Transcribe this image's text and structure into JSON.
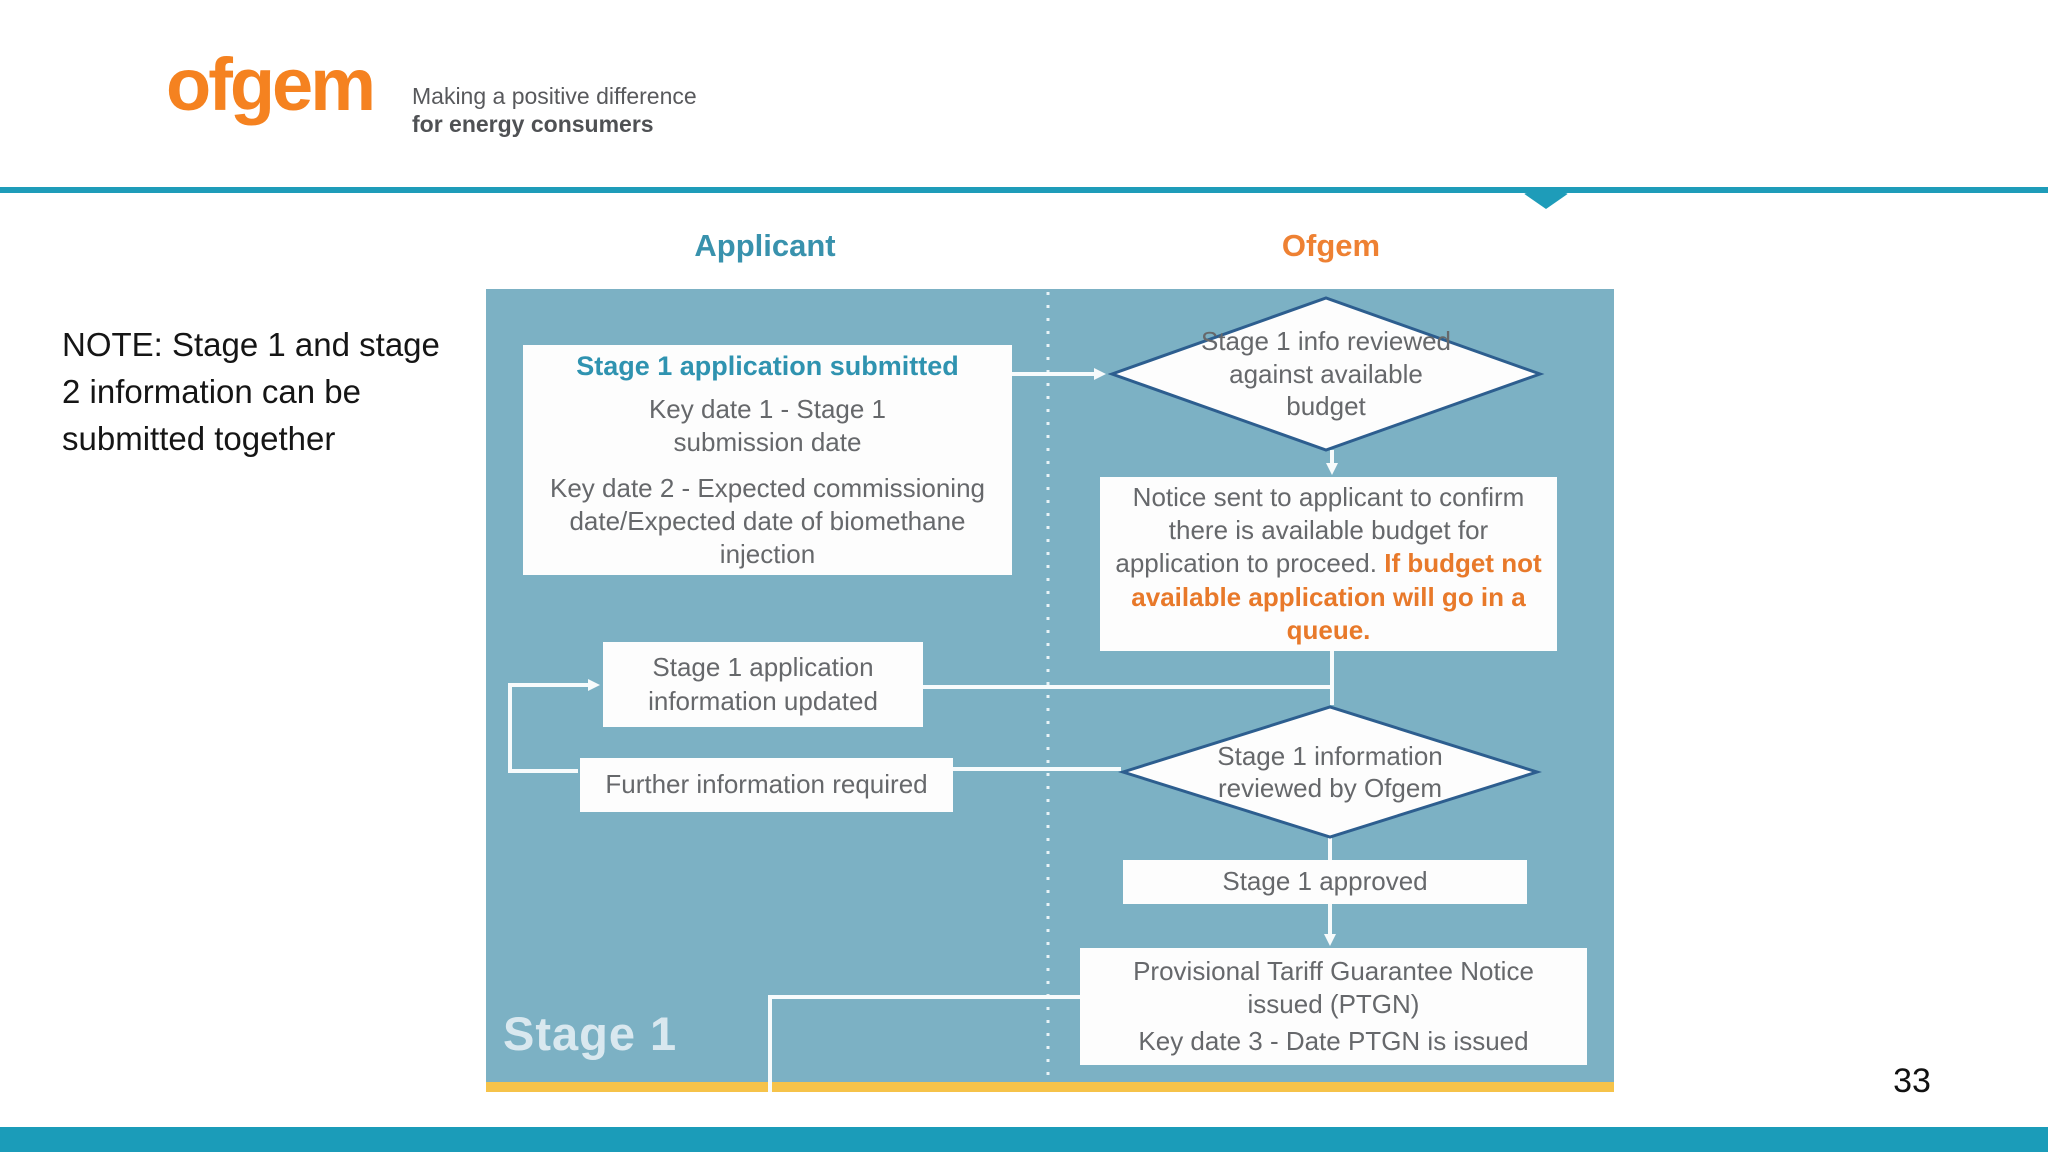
{
  "page": {
    "number": "33"
  },
  "logo": {
    "wordmark": "ofgem",
    "tagline_line1": "Making a positive difference",
    "tagline_line2": "for energy consumers"
  },
  "note": "NOTE: Stage 1 and stage 2 information can be submitted together",
  "flowchart": {
    "columns": {
      "applicant": "Applicant",
      "ofgem": "Ofgem"
    },
    "stage_label": "Stage 1",
    "boxes": {
      "submitted": {
        "title": "Stage 1 application submitted",
        "key_date_1": "Key date 1 - Stage 1 submission date",
        "key_date_2": "Key date 2 - Expected commissioning date/Expected date of biomethane injection"
      },
      "budget_review": "Stage 1 info reviewed against available budget",
      "notice": {
        "gray_part": "Notice sent to applicant to confirm there is available budget for application to proceed.",
        "orange_part": "If budget not available application will go in a queue."
      },
      "info_updated": "Stage 1 application information updated",
      "further_info": "Further information required",
      "ofgem_review": "Stage 1 information reviewed by Ofgem",
      "approved": "Stage 1 approved",
      "ptgn": {
        "line1": "Provisional Tariff Guarantee Notice issued (PTGN)",
        "line2": "Key date 3 - Date PTGN is issued"
      }
    }
  },
  "colors": {
    "brand_orange": "#f58220",
    "teal_rule": "#1e9cb9",
    "footer_teal": "#1b9cb9",
    "panel_teal": "#7cb1c4",
    "accent_yellow": "#f6c34a",
    "heading_teal": "#2f93b0",
    "ofgem_header_orange": "#ee8133",
    "diamond_border": "#2d5e8f",
    "body_text_gray": "#66686b",
    "notice_orange": "#e8792a",
    "stage_label_blue": "#d9e8ef"
  }
}
